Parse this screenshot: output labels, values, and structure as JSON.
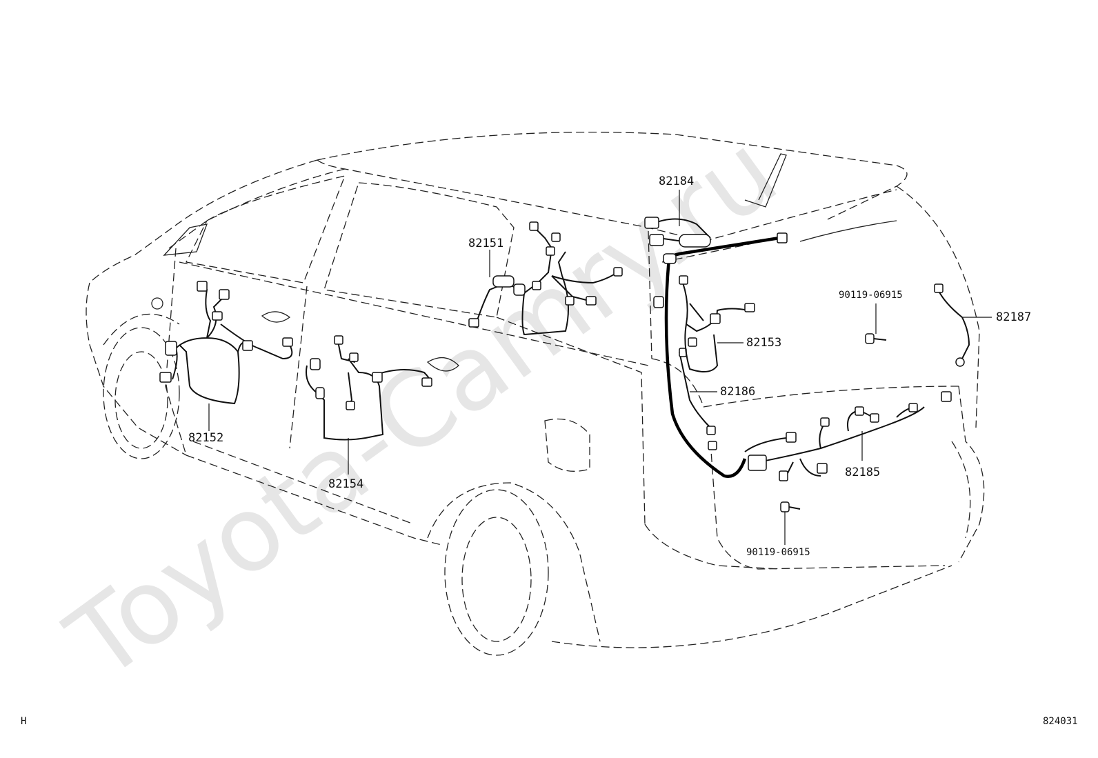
{
  "watermark": "Toyota-Camry.ru",
  "labels": {
    "p82184": "82184",
    "p82151": "82151",
    "p90119_upper": "90119-06915",
    "p82187": "82187",
    "p82153": "82153",
    "p82186": "82186",
    "p82152": "82152",
    "p82154": "82154",
    "p82185": "82185",
    "p90119_lower": "90119-06915"
  },
  "footer": {
    "left": "H",
    "right": "824031"
  }
}
